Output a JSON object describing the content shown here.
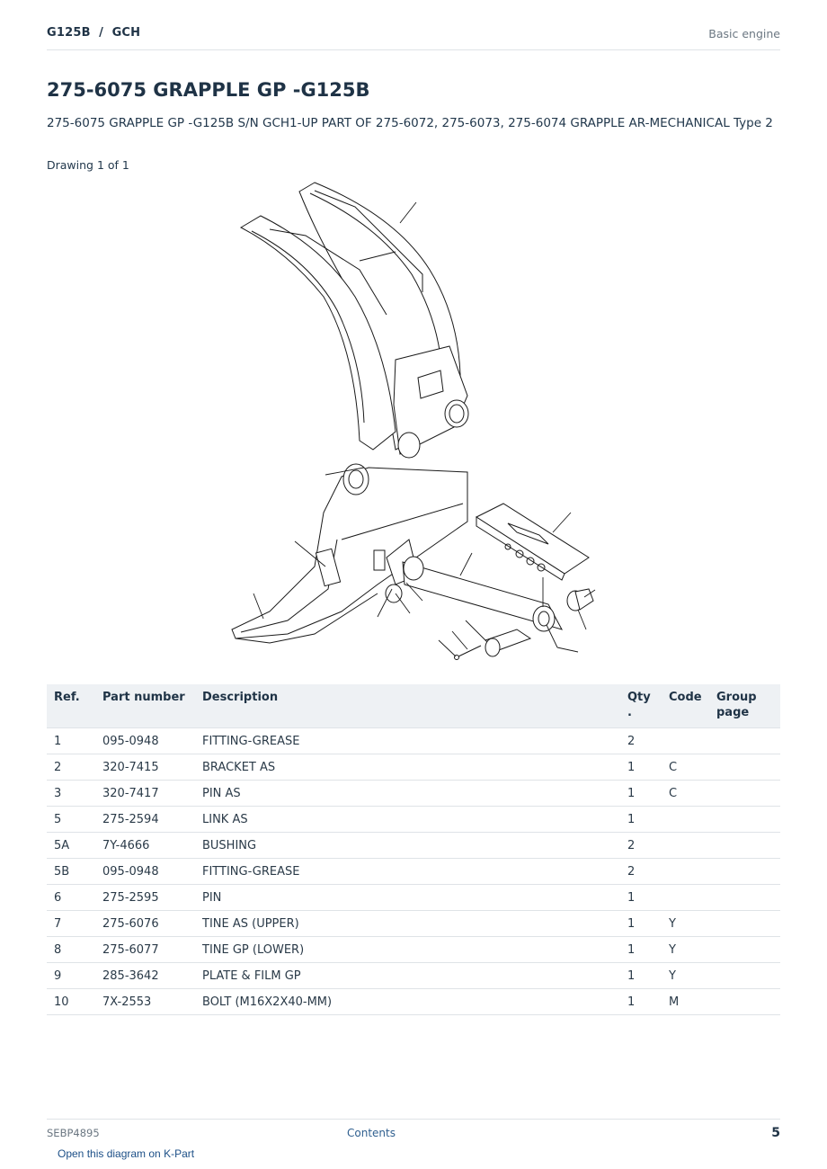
{
  "header": {
    "model": "G125B  /  GCH",
    "section": "Basic engine"
  },
  "title": "275-6075 GRAPPLE GP -G125B",
  "subtitle": "275-6075 GRAPPLE GP -G125B S/N GCH1-UP PART OF 275-6072, 275-6073, 275-6074 GRAPPLE AR-MECHANICAL Type 2",
  "drawing_label": "Drawing 1 of 1",
  "table": {
    "headers": {
      "ref": "Ref.",
      "part_number": "Part number",
      "description": "Description",
      "qty": "Qty\n.",
      "code": "Code",
      "group_page": "Group page"
    },
    "rows": [
      {
        "ref": "1",
        "part_number": "095-0948",
        "description": "FITTING-GREASE",
        "qty": "2",
        "code": "",
        "group_page": ""
      },
      {
        "ref": "2",
        "part_number": "320-7415",
        "description": "BRACKET AS",
        "qty": "1",
        "code": "C",
        "group_page": ""
      },
      {
        "ref": "3",
        "part_number": "320-7417",
        "description": "PIN AS",
        "qty": "1",
        "code": "C",
        "group_page": ""
      },
      {
        "ref": "5",
        "part_number": "275-2594",
        "description": "LINK AS",
        "qty": "1",
        "code": "",
        "group_page": ""
      },
      {
        "ref": "5A",
        "part_number": "7Y-4666",
        "description": "BUSHING",
        "qty": "2",
        "code": "",
        "group_page": ""
      },
      {
        "ref": "5B",
        "part_number": "095-0948",
        "description": "FITTING-GREASE",
        "qty": "2",
        "code": "",
        "group_page": ""
      },
      {
        "ref": "6",
        "part_number": "275-2595",
        "description": "PIN",
        "qty": "1",
        "code": "",
        "group_page": ""
      },
      {
        "ref": "7",
        "part_number": "275-6076",
        "description": "TINE AS (UPPER)",
        "qty": "1",
        "code": "Y",
        "group_page": ""
      },
      {
        "ref": "8",
        "part_number": "275-6077",
        "description": "TINE GP (LOWER)",
        "qty": "1",
        "code": "Y",
        "group_page": ""
      },
      {
        "ref": "9",
        "part_number": "285-3642",
        "description": "PLATE & FILM GP",
        "qty": "1",
        "code": "Y",
        "group_page": ""
      },
      {
        "ref": "10",
        "part_number": "7X-2553",
        "description": "BOLT (M16X2X40-MM)",
        "qty": "1",
        "code": "M",
        "group_page": ""
      }
    ]
  },
  "footer": {
    "doc_code": "SEBP4895",
    "contents_link": "Contents",
    "page_number": "5",
    "kpart_link": "Open this diagram on K-Part"
  }
}
